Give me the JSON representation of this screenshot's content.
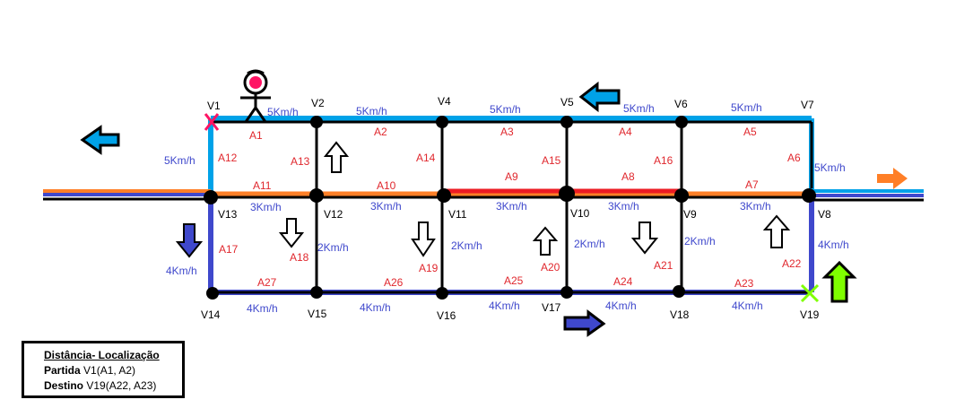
{
  "colors": {
    "edge": "#000000",
    "top_road": "#00a2e8",
    "middle_road": "#ff7f27",
    "congested_road": "#ed1c24",
    "bottom_road": "#3f48cc",
    "vertex_label": "#000000",
    "edge_label": "#e0282e",
    "speed_label": "#3f48cc",
    "start_marker": "#ff1464",
    "end_marker": "#7fff00"
  },
  "icons": [
    "person-icon",
    "start-x-icon",
    "destination-x-icon",
    "direction-arrow-icon"
  ],
  "vertices": [
    "V1",
    "V2",
    "V4",
    "V5",
    "V6",
    "V7",
    "V13",
    "V12",
    "V11",
    "V10",
    "V9",
    "V8",
    "V14",
    "V15",
    "V16",
    "V17",
    "V18",
    "V19"
  ],
  "edges": [
    "A1",
    "A2",
    "A3",
    "A4",
    "A5",
    "A6",
    "A7",
    "A8",
    "A9",
    "A10",
    "A11",
    "A12",
    "A13",
    "A14",
    "A15",
    "A16",
    "A17",
    "A18",
    "A19",
    "A20",
    "A21",
    "A22",
    "A23",
    "A24",
    "A25",
    "A26",
    "A27"
  ],
  "speeds": {
    "top": [
      "5Km/h",
      "5Km/h",
      "5Km/h",
      "5Km/h",
      "5Km/h"
    ],
    "middle": [
      "3Km/h",
      "3Km/h",
      "3Km/h",
      "3Km/h",
      "3Km/h"
    ],
    "bottom": [
      "4Km/h",
      "4Km/h",
      "4Km/h",
      "4Km/h",
      "4Km/h"
    ],
    "left_upper": "5Km/h",
    "right_upper": "5Km/h",
    "left_lower": "4Km/h",
    "right_lower": "4Km/h",
    "inner_vertical": [
      "2Km/h",
      "2Km/h",
      "2Km/h",
      "2Km/h"
    ]
  },
  "legend": {
    "title": "Distância- Localização",
    "start_label": "Partida",
    "start_value": " V1(A1, A2)",
    "end_label": "Destino",
    "end_value": " V19(A22, A23)"
  }
}
